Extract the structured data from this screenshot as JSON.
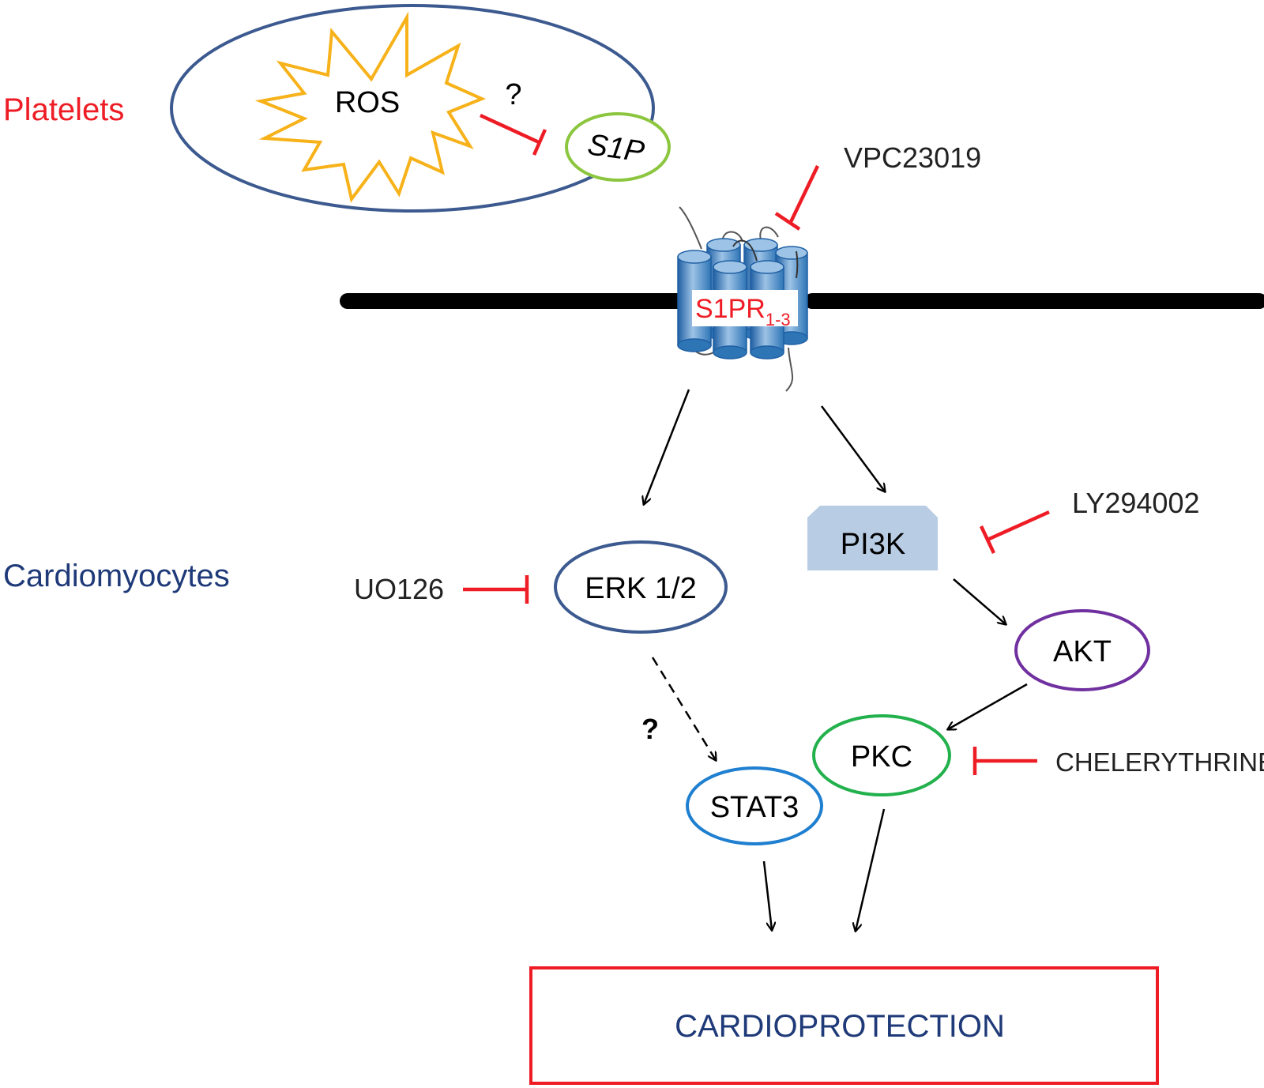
{
  "labels": {
    "platelets": "Platelets",
    "cardiomyocytes": "Cardiomyocytes",
    "ros": "ROS",
    "question_top": "?",
    "s1p": "S1P",
    "vpc": "VPC23019",
    "receptor_main": "S1PR",
    "receptor_sub": "1-3",
    "pi3k": "PI3K",
    "ly": "LY294002",
    "uo126": "UO126",
    "erk": "ERK 1/2",
    "akt": "AKT",
    "question_mid": "?",
    "pkc": "PKC",
    "chelerythrine": "CHELERYTHRINE",
    "stat3": "STAT3",
    "cardioprotection": "CARDIOPROTECTION"
  },
  "colors": {
    "red": "#ee1c25",
    "navy": "#1f3a78",
    "platelet_outline": "#3c5a8f",
    "ros_star": "#f7b21a",
    "s1p_outline": "#8cc63f",
    "pi3k_fill": "#b8cce4",
    "akt_outline": "#7030a0",
    "pkc_outline": "#22b14c",
    "stat3_outline": "#1f7fd0",
    "receptor_blue": "#2e75b6",
    "receptor_light": "#9dc3e6",
    "membrane": "#000000"
  }
}
